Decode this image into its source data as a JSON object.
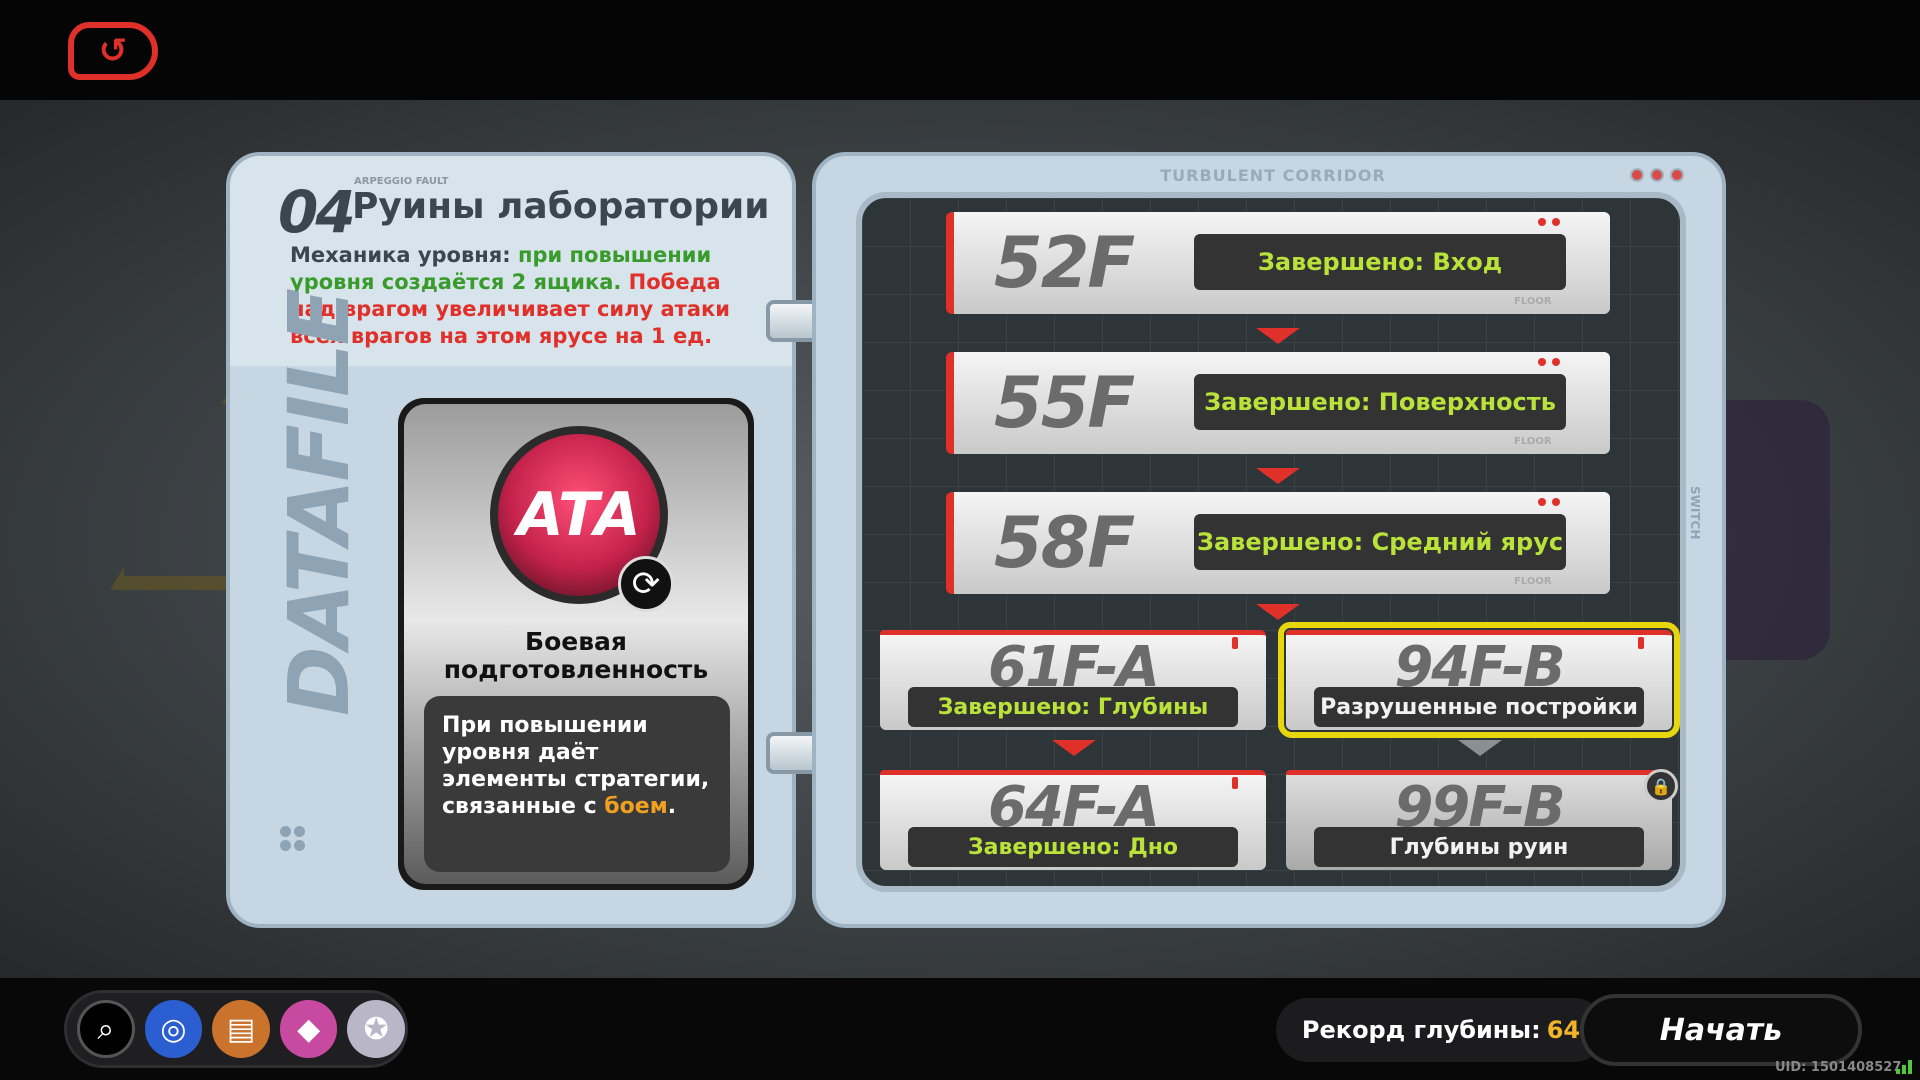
{
  "topbar": {
    "back_icon": "↺"
  },
  "left": {
    "number": "04",
    "subtitle": "ARPEGGIO FAULT",
    "title": "Руины лаборатории",
    "mechanic": {
      "prefix": "Механика уровня: ",
      "green": "при повышении уровня создаётся 2 ящика.",
      "red": " Победа над врагом увеличивает силу атаки всех врагов на этом ярусе на 1 ед."
    },
    "datafile": "DATAFILE",
    "card": {
      "icon_text": "ATA",
      "name": "Боевая подготовленность",
      "desc_before": "При повышении уровня даёт элементы стратегии, связанные с ",
      "desc_hl": "боем",
      "desc_after": "."
    }
  },
  "right": {
    "corridor": "TURBULENT CORRIDOR",
    "switch": "SWITCH ▶",
    "floors": [
      {
        "num": "52F",
        "label": "Завершено: Вход",
        "tag": "FLOOR"
      },
      {
        "num": "55F",
        "label": "Завершено: Поверхность",
        "tag": "FLOOR"
      },
      {
        "num": "58F",
        "label": "Завершено: Средний ярус",
        "tag": "FLOOR"
      },
      {
        "num": "61F-A",
        "label": "Завершено: Глубины"
      },
      {
        "num": "94F-B",
        "label": "Разрушенные постройки"
      },
      {
        "num": "64F-A",
        "label": "Завершено: Дно"
      },
      {
        "num": "99F-B",
        "label": "Глубины руин"
      }
    ]
  },
  "bottom": {
    "record_label": "Рекорд глубины:",
    "record_value": "64",
    "start": "Начать",
    "uid": "UID: 1501408527"
  },
  "colors": {
    "accent_red": "#e0302a",
    "complete_green": "#b9e23a",
    "selected_yellow": "#e8d60c",
    "highlight_orange": "#f0a020"
  }
}
